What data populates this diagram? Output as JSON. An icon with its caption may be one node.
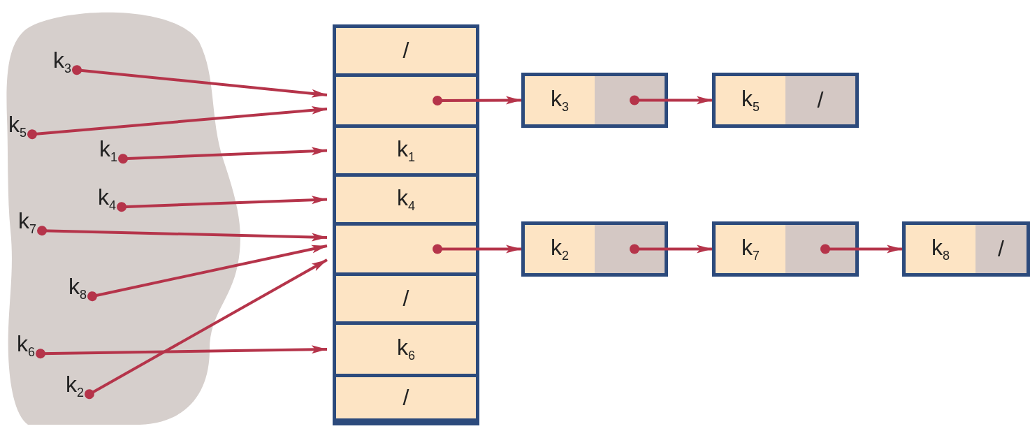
{
  "diagram": {
    "nodes": [
      {
        "text": [
          "k$_{3}$"
        ]
      },
      {
        "text": [
          "k$_{5}$"
        ]
      },
      {
        "text": [
          "k$_{1}$"
        ]
      },
      {
        "text": [
          "k$_{4}$"
        ]
      },
      {
        "text": [
          "k$_{7}$"
        ]
      },
      {
        "text": [
          "k$_{8}$"
        ]
      },
      {
        "text": [
          "k$_{6}$"
        ]
      },
      {
        "text": [
          "k$_{2}$"
        ]
      },
      {
        "text": [],
        "shape": "box"
      },
      {
        "text": [
          "/"
        ],
        "in": 8
      },
      {
        "text": [],
        "shape": "box",
        "in": 8
      },
      {
        "text": [
          "k$_{1}$"
        ],
        "in": 8
      },
      {
        "text": [
          "k$_{4}$"
        ],
        "in": 8
      },
      {
        "text": [],
        "shape": "box",
        "in": 8
      },
      {
        "text": [
          "/"
        ],
        "in": 8
      },
      {
        "text": [
          "k$_{6}$"
        ],
        "in": 8
      },
      {
        "text": [
          "/"
        ],
        "in": 8
      },
      {
        "text": [
          "k$_{3}$"
        ]
      },
      {
        "text": [
          "k$_{5}$",
          "/"
        ]
      },
      {
        "text": [
          "k$_{2}$"
        ]
      },
      {
        "text": [
          "k$_{7}$"
        ]
      },
      {
        "text": [
          "k$_{8}$",
          "/"
        ]
      }
    ],
    "edges": [
      {
        "from": 0,
        "to": 10,
        "arrow": "to"
      },
      {
        "from": 1,
        "to": 10,
        "arrow": "to"
      },
      {
        "from": 2,
        "to": 11,
        "arrow": "to"
      },
      {
        "from": 3,
        "to": 12,
        "arrow": "to"
      },
      {
        "from": 4,
        "to": 13,
        "arrow": "to"
      },
      {
        "from": 5,
        "to": 13,
        "arrow": "to"
      },
      {
        "from": 6,
        "to": 15,
        "arrow": "to"
      },
      {
        "from": 7,
        "to": 13,
        "arrow": "to"
      },
      {
        "from": 10,
        "to": 17,
        "arrow": "to"
      },
      {
        "from": 17,
        "to": 18,
        "arrow": "to"
      },
      {
        "from": 13,
        "to": 19,
        "arrow": "to"
      },
      {
        "from": 19,
        "to": 20,
        "arrow": "to"
      },
      {
        "from": 20,
        "to": 21,
        "arrow": "to"
      }
    ]
  }
}
